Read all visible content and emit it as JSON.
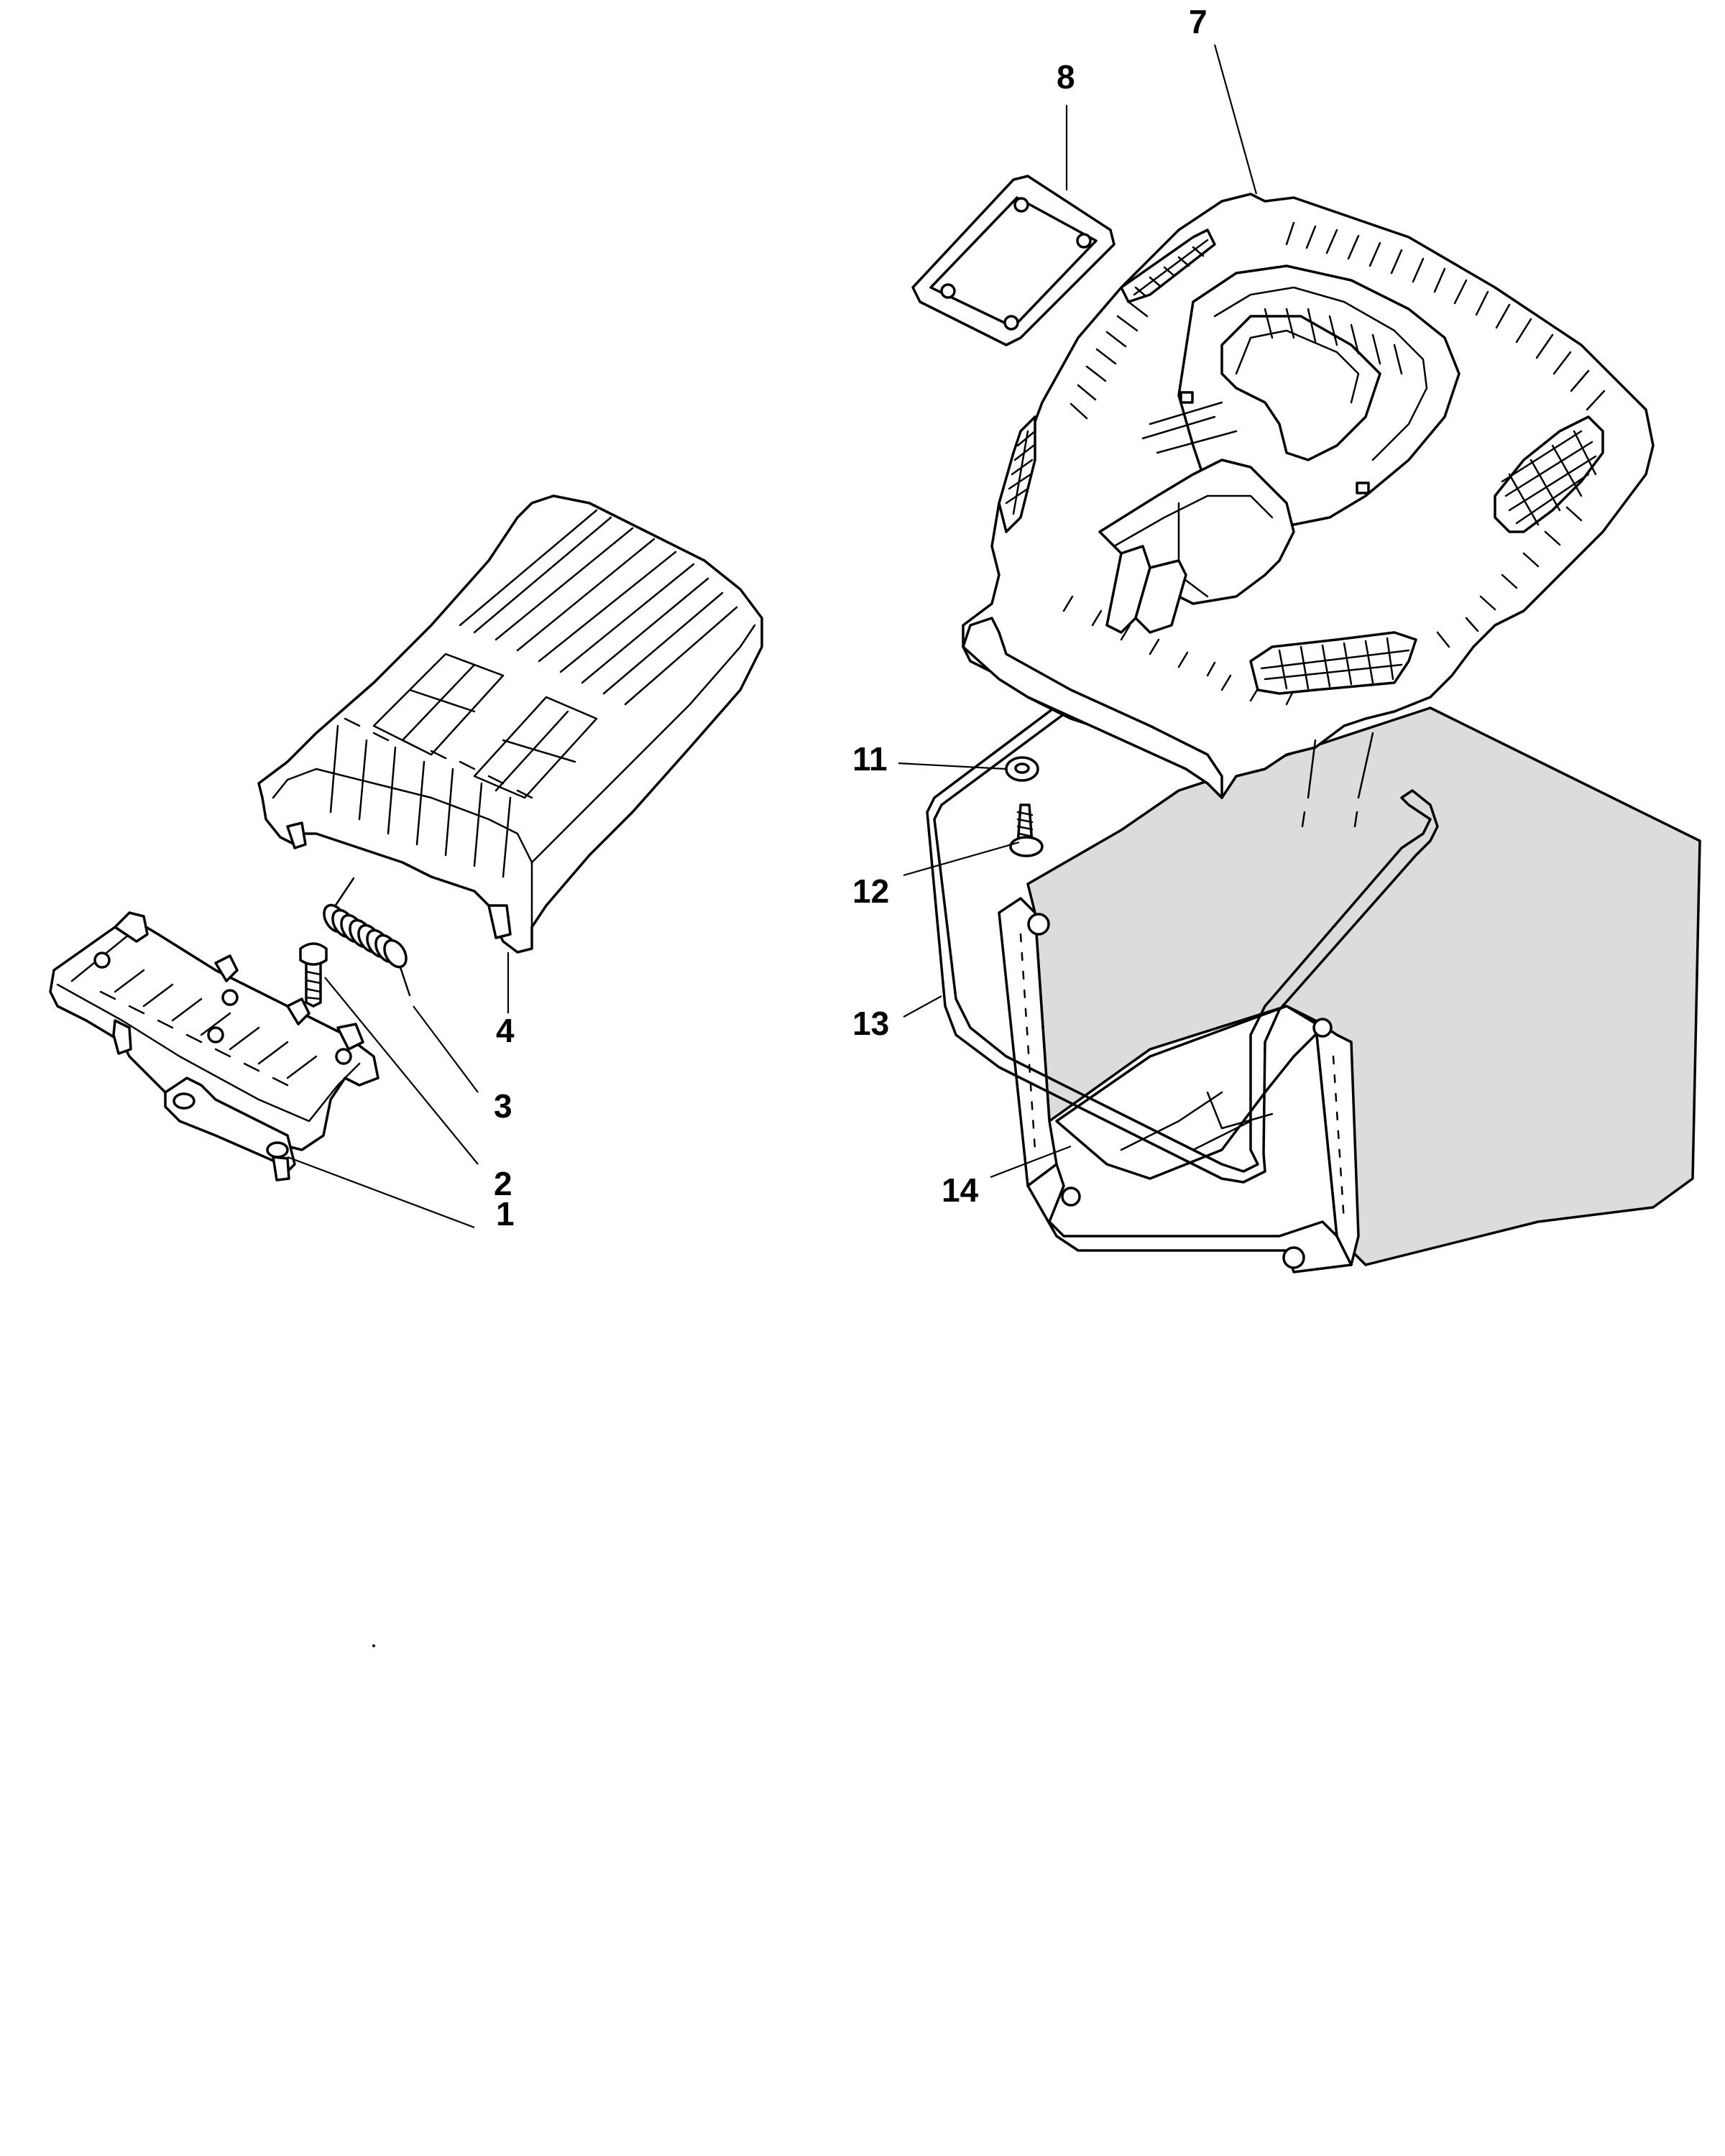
{
  "diagram": {
    "callouts": {
      "c1": "1",
      "c2": "2",
      "c3": "3",
      "c4": "4",
      "c7": "7",
      "c8": "8",
      "c11": "11",
      "c12": "12",
      "c13": "13",
      "c14": "14"
    },
    "parts": [
      {
        "id": "1",
        "name": "hinge-bracket"
      },
      {
        "id": "2",
        "name": "screw"
      },
      {
        "id": "3",
        "name": "torsion-spring"
      },
      {
        "id": "4",
        "name": "rear-flap"
      },
      {
        "id": "7",
        "name": "grass-bag-top"
      },
      {
        "id": "8",
        "name": "cover-plate"
      },
      {
        "id": "11",
        "name": "washer"
      },
      {
        "id": "12",
        "name": "self-tapping-screw"
      },
      {
        "id": "13",
        "name": "wire-frame"
      },
      {
        "id": "14",
        "name": "grass-bag"
      }
    ]
  }
}
